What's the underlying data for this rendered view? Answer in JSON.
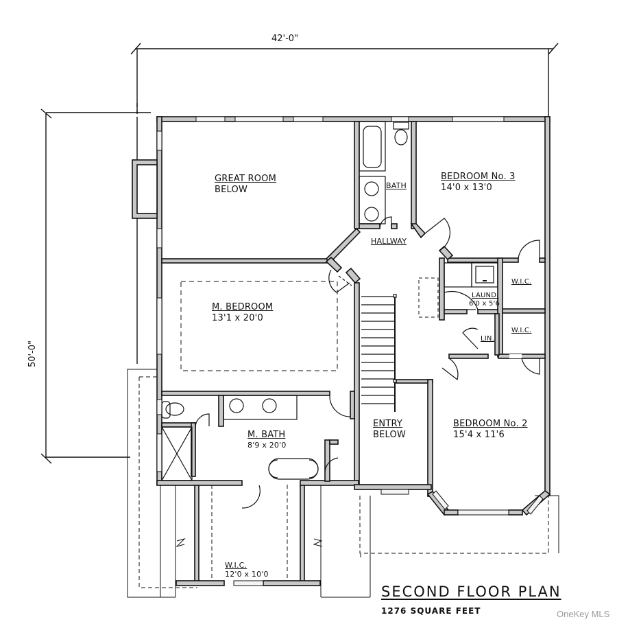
{
  "plan": {
    "title": "SECOND FLOOR PLAN",
    "square_feet": "1276 SQUARE FEET",
    "watermark": "OneKey MLS",
    "overall_width": "42'-0\"",
    "overall_depth": "50'-0\"",
    "wall_fill_color": "#c8c8c8",
    "line_color": "#111111"
  },
  "rooms": {
    "great_room": {
      "name": "GREAT ROOM",
      "note": "BELOW"
    },
    "bath": {
      "name": "BATH"
    },
    "bedroom3": {
      "name": "BEDROOM No. 3",
      "size": "14'0 x 13'0"
    },
    "hallway": {
      "name": "HALLWAY"
    },
    "master_bedroom": {
      "name": "M. BEDROOM",
      "size": "13'1 x 20'0"
    },
    "laundry": {
      "name": "LAUND.",
      "size": "6'0 x 5'6"
    },
    "wic_bed3": {
      "name": "W.I.C."
    },
    "wic_bed2": {
      "name": "W.I.C."
    },
    "linen": {
      "name": "LIN."
    },
    "master_bath": {
      "name": "M. BATH",
      "size": "8'9 x 20'0"
    },
    "entry": {
      "name": "ENTRY",
      "note": "BELOW"
    },
    "bedroom2": {
      "name": "BEDROOM No. 2",
      "size": "15'4 x 11'6"
    },
    "master_wic": {
      "name": "W.I.C.",
      "size": "12'0 x 10'0"
    }
  }
}
